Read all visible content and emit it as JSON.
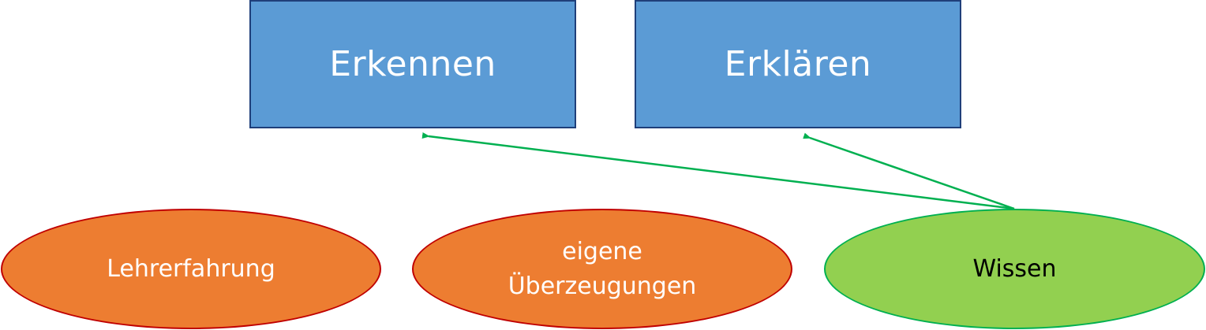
{
  "boxes": {
    "erkennen": {
      "label": "Erkennen"
    },
    "erklaeren": {
      "label": "Erklären"
    }
  },
  "ellipses": {
    "lehrerfahrung": {
      "label": "Lehrerfahrung"
    },
    "eigene": {
      "line1": "eigene",
      "line2": "Überzeugungen"
    },
    "wissen": {
      "label": "Wissen"
    }
  },
  "colors": {
    "box_fill": "#5b9bd5",
    "box_border": "#1f3f7a",
    "box_text": "#ffffff",
    "orange_fill": "#ed7d31",
    "orange_border": "#c00000",
    "orange_text": "#ffffff",
    "green_fill": "#92d050",
    "green_border": "#00b050",
    "green_text": "#000000",
    "arrow": "#00b050"
  }
}
